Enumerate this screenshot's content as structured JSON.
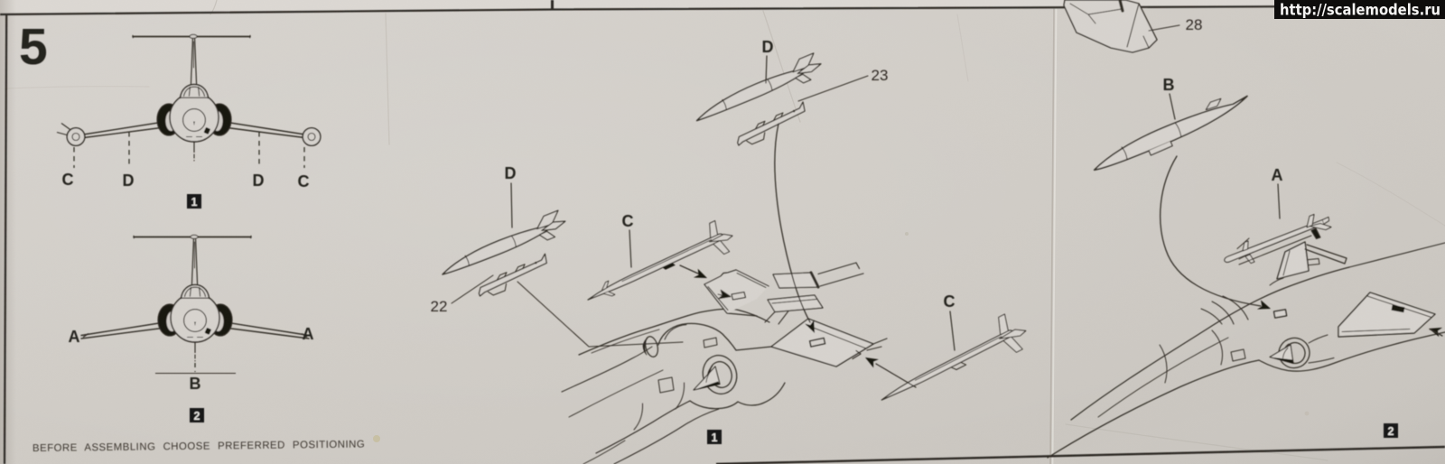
{
  "sheet": {
    "step_number": "5",
    "instruction": "BEFORE ASSEMBLING CHOOSE PREFERRED POSITIONING",
    "front_view_top": {
      "label_c_left": "C",
      "label_d_left": "D",
      "label_d_right": "D",
      "label_c_right": "C",
      "variant_box": "1"
    },
    "front_view_bottom": {
      "label_a_left": "A",
      "label_a_right": "A",
      "label_b": "B",
      "variant_box": "2"
    },
    "assembly_main": {
      "label_d_top": "D",
      "label_part_23": "23",
      "label_d_left": "D",
      "label_part_22": "22",
      "label_c_mid": "C",
      "label_c_right": "C",
      "step_box": "1"
    },
    "assembly_right": {
      "label_part_28": "28",
      "label_b": "B",
      "label_a": "A",
      "step_box": "2"
    }
  },
  "watermark": {
    "url_text": "http://scalemodels.ru"
  },
  "colors": {
    "paper": "#d2cec9",
    "ink": "#322d27",
    "box_bg": "#181512",
    "banner_bg": "#0b0a09",
    "banner_fg": "#f6f5f4"
  }
}
